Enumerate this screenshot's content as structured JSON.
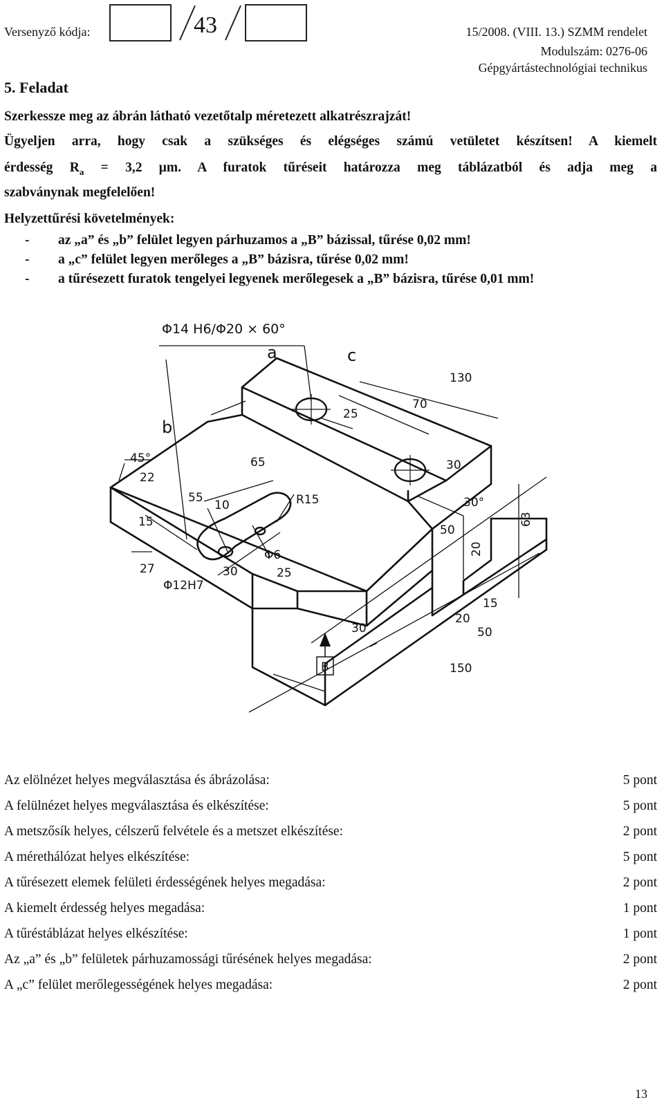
{
  "header": {
    "competitor_code_label": "Versenyző kódja:",
    "page_fraction": "43",
    "decree": "15/2008. (VIII. 13.) SZMM rendelet",
    "module": "Modulszám: 0276-06",
    "profession": "Gépgyártástechnológiai technikus"
  },
  "task": {
    "title": "5. Feladat",
    "line1": "Szerkessze meg az ábrán látható vezetőtalp méretezett alkatrészrajzát!",
    "line2": "Ügyeljen arra, hogy csak a szükséges és elégséges számú vetületet készítsen! A kiemelt",
    "line3_a": "érdesség R",
    "line3_sub": "a",
    "line3_b": " = 3,2 μm. A furatok tűréseit határozza meg táblázatból és adja meg a",
    "line4": "szabványnak megfelelően!",
    "req_title": "Helyzettűrési követelmények:",
    "requirements": [
      "az „a” és „b” felület legyen párhuzamos a „B” bázissal, tűrése 0,02 mm!",
      "a „c” felület legyen merőleges a „B” bázisra, tűrése 0,02 mm!",
      "a tűrésezett furatok tengelyei legyenek merőlegesek a „B” bázisra, tűrése 0,01 mm!"
    ],
    "req_dash": "-"
  },
  "drawing": {
    "hole_callout": "Φ14 H6/Φ20 × 60°",
    "label_a": "a",
    "label_b": "b",
    "label_c": "c",
    "datum": "B",
    "dims": {
      "d130": "130",
      "d70": "70",
      "d25": "25",
      "d30a": "30",
      "d30deg": "30°",
      "d63": "63",
      "d50a": "50",
      "d20a": "20",
      "d15a": "15",
      "d20b": "20",
      "d50b": "50",
      "d150": "150",
      "d30b": "30",
      "d45deg": "45°",
      "d22": "22",
      "d15b": "15",
      "d55": "55",
      "d65": "65",
      "d10": "10",
      "r15": "R15",
      "phi6": "Φ6",
      "d25b": "25",
      "d30c": "30",
      "d27": "27",
      "phi12": "Φ12H7"
    }
  },
  "scores": [
    {
      "label": "Az elölnézet helyes megválasztása és ábrázolása:",
      "points": "5 pont"
    },
    {
      "label": "A felülnézet helyes megválasztása és elkészítése:",
      "points": "5 pont"
    },
    {
      "label": "A metszősík helyes, célszerű felvétele és a metszet elkészítése:",
      "points": "2 pont"
    },
    {
      "label": "A mérethálózat helyes elkészítése:",
      "points": "5 pont"
    },
    {
      "label": "A tűrésezett elemek felületi érdességének helyes megadása:",
      "points": "2 pont"
    },
    {
      "label": "A kiemelt érdesség helyes megadása:",
      "points": "1 pont"
    },
    {
      "label": "A tűréstáblázat helyes elkészítése:",
      "points": "1 pont"
    },
    {
      "label": "Az „a” és „b” felületek párhuzamossági tűrésének helyes megadása:",
      "points": "2 pont"
    },
    {
      "label": "A „c” felület merőlegességének helyes megadása:",
      "points": "2 pont"
    }
  ],
  "page_number": "13"
}
